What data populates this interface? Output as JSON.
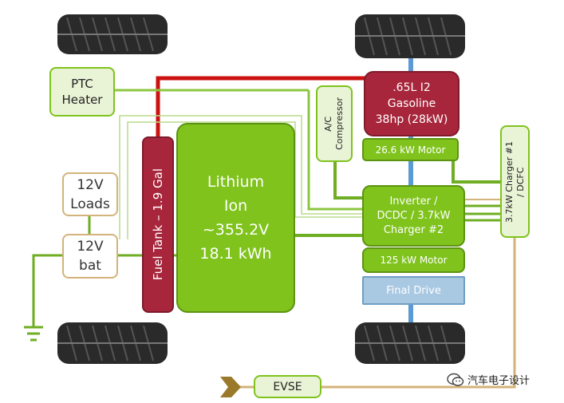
{
  "diagram": {
    "ptc_heater": "PTC\nHeater",
    "loads_12v": "12V\nLoads",
    "bat_12v": "12V\nbat",
    "fuel_tank": "Fuel Tank – 1.9 Gal",
    "battery": "Lithium\nIon\n~355.2V\n18.1 kWh",
    "ac_compressor": "A/C\nCompressor",
    "engine": ".65L I2\nGasoline\n38hp (28kW)",
    "motor_small": "26.6 kW Motor",
    "inverter": "Inverter /\nDCDC / 3.7kW\nCharger #2",
    "motor_large": "125 kW Motor",
    "final_drive": "Final Drive",
    "charger1": "3.7kW Charger #1\n/ DCFC",
    "evse": "EVSE"
  },
  "watermark": {
    "text": "汽车电子设计"
  },
  "colors": {
    "green": "#7fc31c",
    "red": "#a8263b",
    "tan": "#d3b37a",
    "blue": "#6f9ec4",
    "light_green_fill": "#e9f3d6"
  }
}
